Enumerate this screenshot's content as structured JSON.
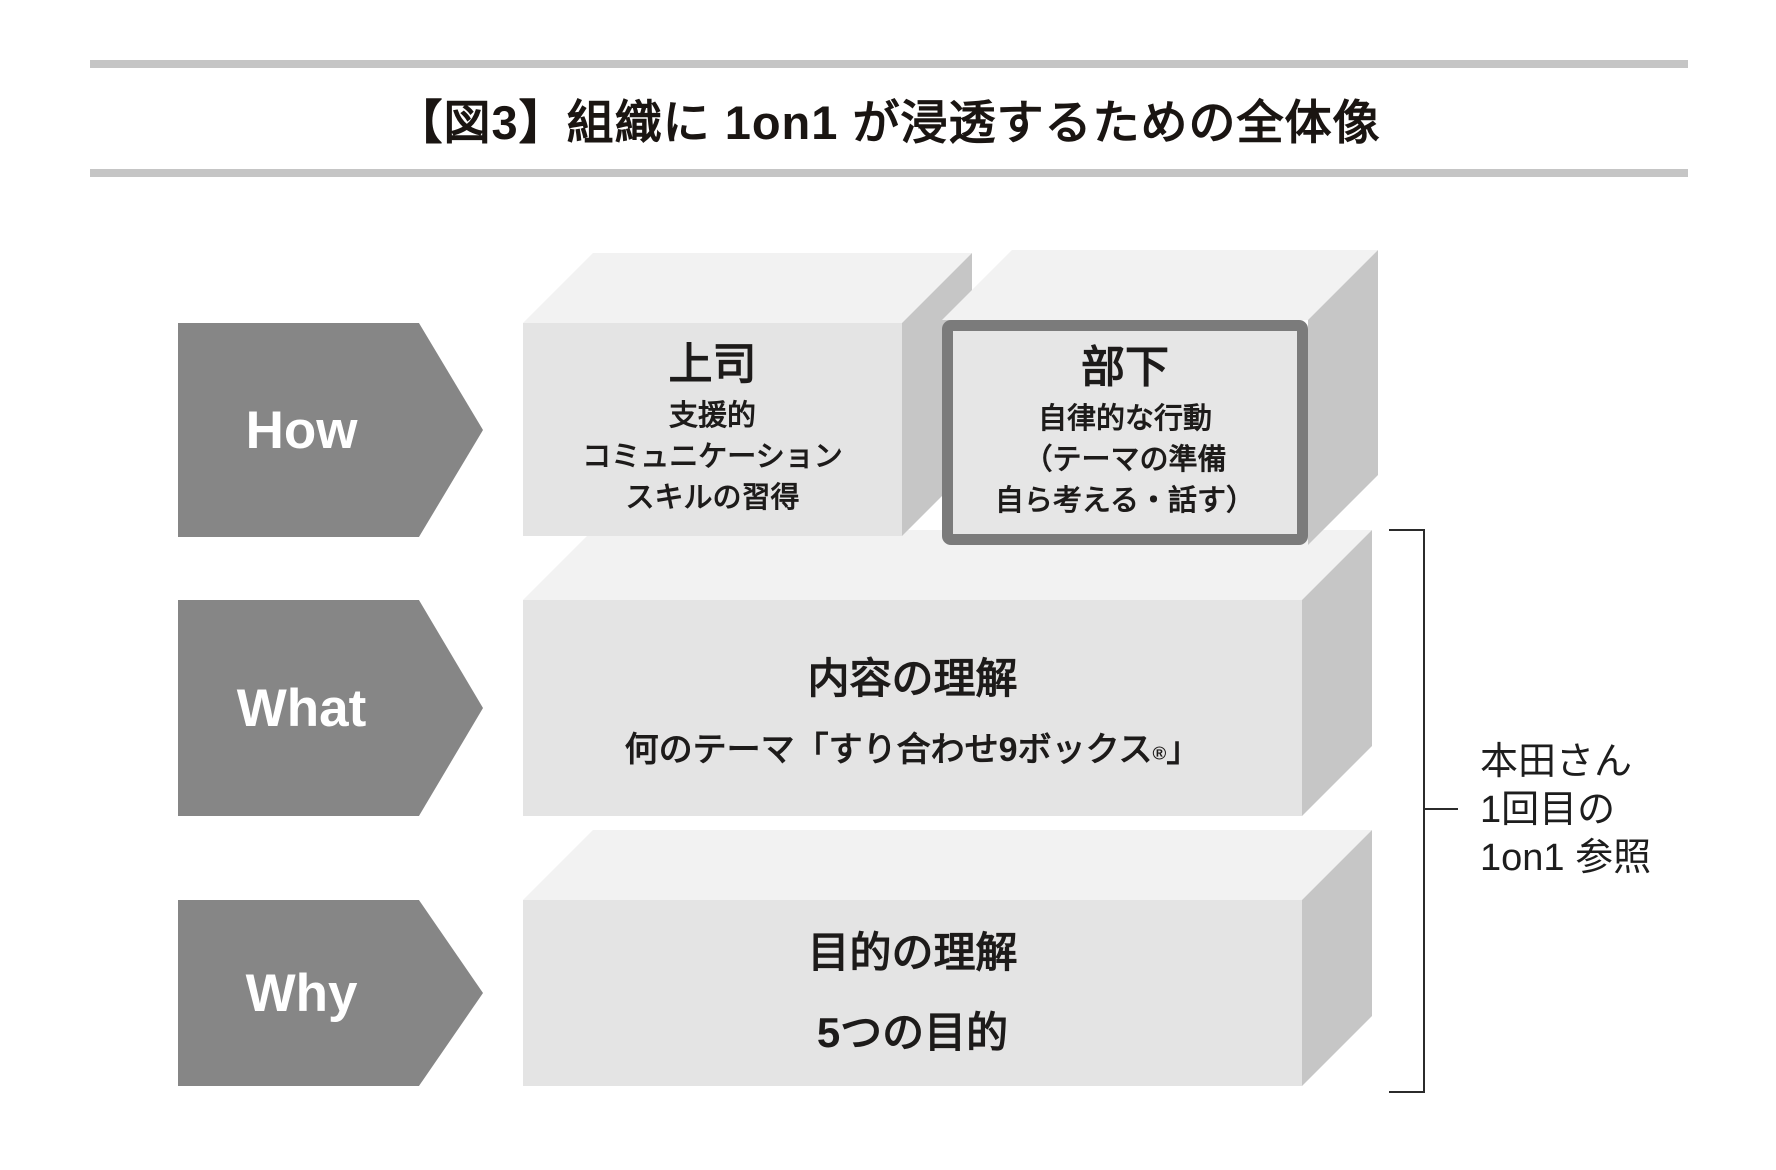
{
  "figure": {
    "title": "【図3】組織に 1on1 が浸透するための全体像"
  },
  "rows": [
    {
      "label": "How"
    },
    {
      "label": "What"
    },
    {
      "label": "Why"
    }
  ],
  "boxes": {
    "joshi": {
      "title": "上司",
      "lines": [
        "支援的",
        "コミュニケーション",
        "スキルの習得"
      ]
    },
    "buka": {
      "title": "部下",
      "lines": [
        "自律的な行動",
        "（テーマの準備",
        "自ら考える・話す）"
      ]
    },
    "what": {
      "title": "内容の理解",
      "sub_pre": "何のテーマ「すり合わせ9ボックス",
      "sub_reg": "®",
      "sub_post": "」"
    },
    "why": {
      "lines": [
        "目的の理解",
        "5つの目的"
      ]
    }
  },
  "annotation": {
    "lines": [
      "本田さん",
      "1回目の",
      "1on1 参照"
    ]
  },
  "colors": {
    "arrow_gray": "#868686",
    "face_front": "#e4e4e4",
    "face_top": "#f2f2f2",
    "face_side": "#c6c6c6",
    "highlight_border": "#7b7b7b",
    "rule_gray": "#c5c5c5",
    "text_black": "#1d1b1a"
  }
}
